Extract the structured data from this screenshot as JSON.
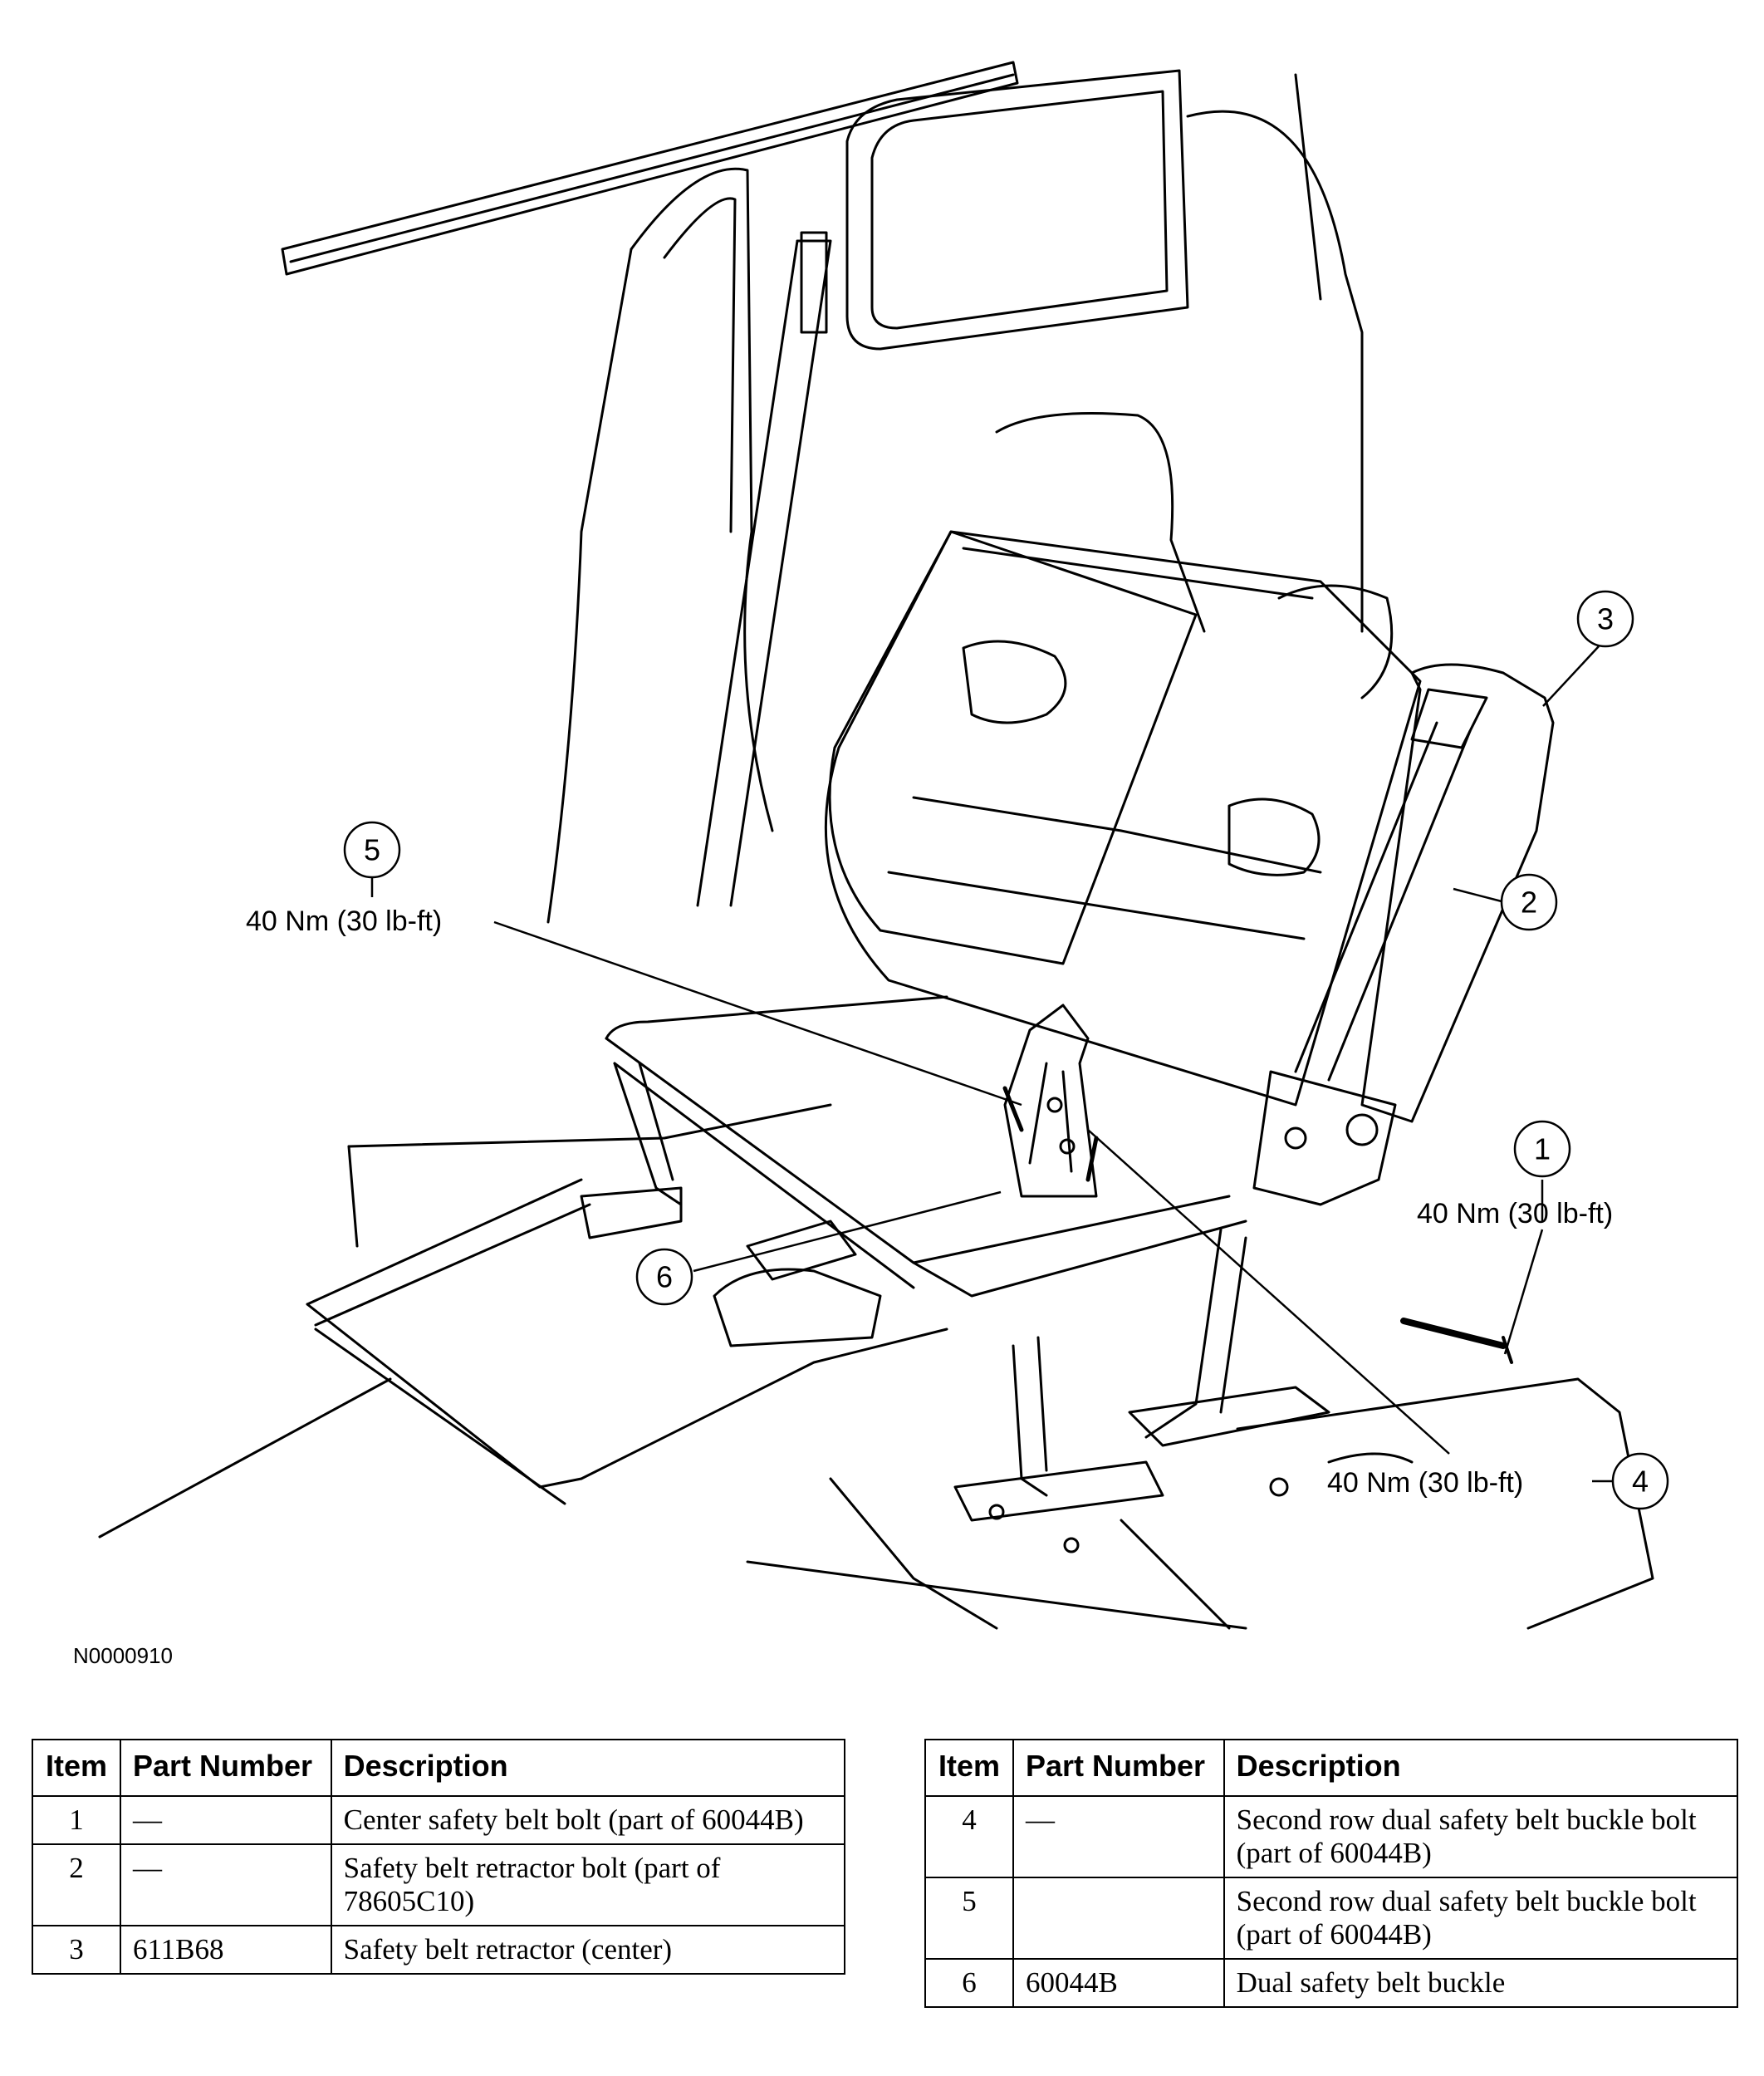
{
  "figure_id": "N0000910",
  "callouts": {
    "c1": {
      "number": "1",
      "torque": "40 Nm (30 lb-ft)"
    },
    "c2": {
      "number": "2"
    },
    "c3": {
      "number": "3"
    },
    "c4": {
      "number": "4",
      "torque": "40 Nm (30 lb-ft)"
    },
    "c5": {
      "number": "5",
      "torque": "40 Nm (30 lb-ft)"
    },
    "c6": {
      "number": "6"
    }
  },
  "table_headers": {
    "item": "Item",
    "part_number": "Part Number",
    "description": "Description"
  },
  "parts_left": [
    {
      "item": "1",
      "part_number": "—",
      "description": "Center safety belt bolt (part of 60044B)"
    },
    {
      "item": "2",
      "part_number": "—",
      "description": "Safety belt retractor bolt (part of 78605C10)"
    },
    {
      "item": "3",
      "part_number": "611B68",
      "description": "Safety belt retractor (center)"
    }
  ],
  "parts_right": [
    {
      "item": "4",
      "part_number": "—",
      "description": "Second row dual safety belt buckle bolt (part of 60044B)"
    },
    {
      "item": "5",
      "part_number": "",
      "description": "Second row dual safety belt buckle bolt (part of 60044B)"
    },
    {
      "item": "6",
      "part_number": "60044B",
      "description": "Dual safety belt buckle"
    }
  ]
}
